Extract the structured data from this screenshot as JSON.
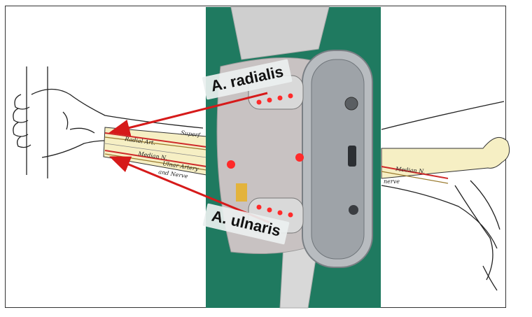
{
  "labels": {
    "radialis": "A. radialis",
    "ulnaris": "A. ulnaris"
  },
  "anatomy_text": {
    "superficial": "Superf",
    "radial_artery": "Radial Art.",
    "median_nerve_left": "Median N.",
    "ulnar_artery": "Ulnar Artery",
    "and_nerve": "and Nerve",
    "median_nerve_right": "Median N.",
    "nerve_right": "nerve"
  },
  "colors": {
    "arrow": "#d61a1a",
    "device_bg": "#1f7a60",
    "artery": "#cf2a2a",
    "bone": "#f2e7b0",
    "led": "#ff2a2a"
  }
}
